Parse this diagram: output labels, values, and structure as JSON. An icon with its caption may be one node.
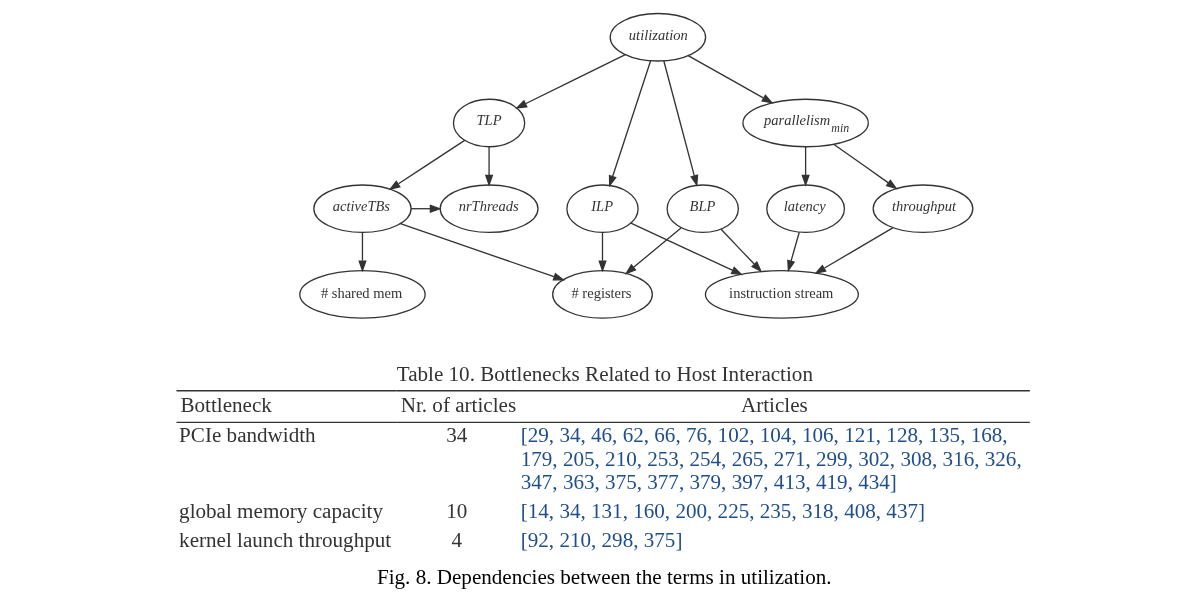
{
  "diagram": {
    "caption": "Fig. 8. Dependencies between the terms in utilization.",
    "nodes": [
      {
        "text": [
          "utilization"
        ]
      },
      {
        "text": [
          "TLP"
        ]
      },
      {
        "text": [
          "ILP"
        ]
      },
      {
        "text": [
          "BLP"
        ]
      },
      {
        "text": [
          "parallelism$_{min}$"
        ]
      },
      {
        "text": [
          "activeTBs"
        ]
      },
      {
        "text": [
          "nrThreads"
        ]
      },
      {
        "text": [
          "latency"
        ]
      },
      {
        "text": [
          "throughput"
        ]
      },
      {
        "text": [
          "# shared mem"
        ]
      },
      {
        "text": [
          "# registers"
        ]
      },
      {
        "text": [
          "instruction stream"
        ]
      }
    ],
    "edges": [
      {
        "from": 0,
        "to": 1,
        "arrow": "to"
      },
      {
        "from": 0,
        "to": 2,
        "arrow": "to"
      },
      {
        "from": 0,
        "to": 3,
        "arrow": "to"
      },
      {
        "from": 0,
        "to": 4,
        "arrow": "to"
      },
      {
        "from": 1,
        "to": 5,
        "arrow": "to"
      },
      {
        "from": 1,
        "to": 6,
        "arrow": "to"
      },
      {
        "from": 5,
        "to": 6,
        "arrow": "to"
      },
      {
        "from": 5,
        "to": 9,
        "arrow": "to"
      },
      {
        "from": 5,
        "to": 10,
        "arrow": "to"
      },
      {
        "from": 2,
        "to": 10,
        "arrow": "to"
      },
      {
        "from": 2,
        "to": 11,
        "arrow": "to"
      },
      {
        "from": 3,
        "to": 10,
        "arrow": "to"
      },
      {
        "from": 3,
        "to": 11,
        "arrow": "to"
      },
      {
        "from": 4,
        "to": 7,
        "arrow": "to"
      },
      {
        "from": 4,
        "to": 8,
        "arrow": "to"
      },
      {
        "from": 7,
        "to": 11,
        "arrow": "to"
      },
      {
        "from": 8,
        "to": 11,
        "arrow": "to"
      }
    ],
    "labels": [
      "Table 10. Bottlenecks Related to Host Interaction",
      "Bottleneck",
      "Nr. of articles",
      "Articles",
      "PCIe bandwidth",
      "34",
      "[29, 34, 46, 62, 66, 76, 102, 104, 106, 121, 128, 135, 168, 179, 205, 210, 253, 254, 265, 271, 299, 302, 308, 316, 326, 347, 363, 375, 377, 379, 397, 413, 419, 434]",
      "global memory capacity",
      "10",
      "[14, 34, 131, 160, 200, 225, 235, 318, 408, 437]",
      "kernel launch throughput",
      "4",
      "[92, 210, 298, 375]"
    ]
  }
}
